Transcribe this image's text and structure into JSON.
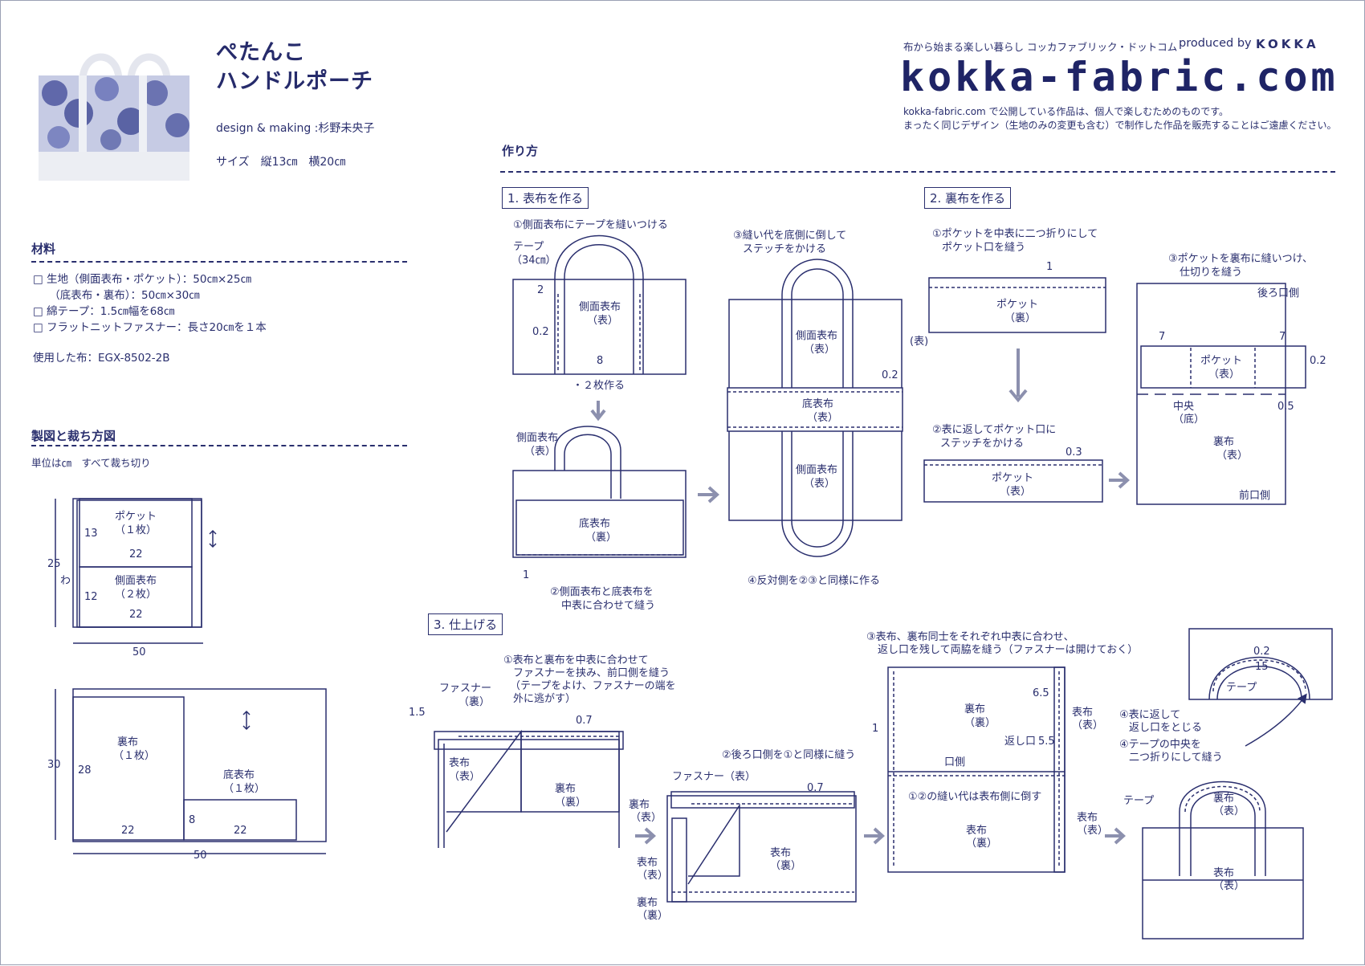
{
  "header": {
    "title_line1": "ぺたんこ",
    "title_line2": "ハンドルポーチ",
    "design_credit": "design & making :杉野未央子",
    "size": "サイズ　縦13㎝　横20㎝",
    "tagline": "布から始まる楽しい暮らし コッカファブリック・ドットコム",
    "produced_by": "produced by",
    "brand": "KOKKA",
    "logo": "kokka-fabric.com",
    "notice_line1": "kokka-fabric.com で公開している作品は、個人で楽しむためのものです。",
    "notice_line2": "まったく同じデザイン（生地のみの変更も含む）で制作した作品を販売することはご遠慮ください。"
  },
  "materials": {
    "heading": "材料",
    "items": [
      "□ 生地（側面表布・ポケット）：50㎝×25㎝",
      "　　（底表布・裏布）：50㎝×30㎝",
      "□ 綿テープ：1.5㎝幅を68㎝",
      "□ フラットニットファスナー：長さ20㎝を１本"
    ],
    "fabric_used": "使用した布：EGX-8502-2B"
  },
  "pattern": {
    "heading": "製図と裁ち方図",
    "unit_note": "単位は㎝　すべて裁ち切り",
    "top": {
      "pocket": "ポケット",
      "pocket_qty": "（１枚）",
      "side": "側面表布",
      "side_qty": "（２枚）",
      "v13": "13",
      "v12": "12",
      "v22a": "22",
      "v22b": "22",
      "v25": "25",
      "fold": "わ",
      "v50": "50"
    },
    "bottom": {
      "lining": "裏布",
      "lining_qty": "（１枚）",
      "base": "底表布",
      "base_qty": "（１枚）",
      "v30": "30",
      "v28": "28",
      "v8": "8",
      "v22a": "22",
      "v22b": "22",
      "v50": "50"
    }
  },
  "howto": {
    "heading": "作り方",
    "step1": {
      "label": "1. 表布を作る",
      "note1": "①側面表布にテープを縫いつける",
      "tape": "テープ",
      "tape_len": "（34㎝）",
      "side": "側面表布",
      "side_face": "（表）",
      "v2": "2",
      "v02": "0.2",
      "v8": "8",
      "make2": "・２枚作る",
      "side2": "側面表布",
      "side2_face": "（表）",
      "base": "底表布",
      "base_face": "（裏）",
      "v1": "1",
      "note2a": "②側面表布と底表布を",
      "note2b": "中表に合わせて縫う",
      "note3a": "③縫い代を底側に倒して",
      "note3b": "ステッチをかける",
      "side_top": "側面表布",
      "side_top_face": "（表）",
      "base_mid": "底表布",
      "base_mid_face": "（表）",
      "side_bot": "側面表布",
      "side_bot_face": "（表）",
      "v02b": "0.2",
      "note4": "④反対側を②③と同様に作る"
    },
    "step2": {
      "label": "2. 裏布を作る",
      "note1a": "①ポケットを中表に二つ折りにして",
      "note1b": "ポケット口を縫う",
      "v1": "1",
      "pocket": "ポケット",
      "pocket_face": "（裏）",
      "face_label": "(表)",
      "note2a": "②表に返してポケット口に",
      "note2b": "ステッチをかける",
      "v03": "0.3",
      "pocket2": "ポケット",
      "pocket2_face": "（表）",
      "note3a": "③ポケットを裏布に縫いつけ、",
      "note3b": "仕切りを縫う",
      "back": "後ろ口側",
      "v7a": "7",
      "v7b": "7",
      "v02": "0.2",
      "pocket3": "ポケット",
      "pocket3_face": "（表）",
      "center": "中央",
      "center_sub": "（底）",
      "v05": "0.5",
      "lining": "裏布",
      "lining_face": "（表）",
      "front": "前口側"
    },
    "step3": {
      "label": "3. 仕上げる",
      "note1a": "①表布と裏布を中表に合わせて",
      "note1b": "ファスナーを挟み、前口側を縫う",
      "note1c": "（テープをよけ、ファスナーの端を",
      "note1d": "外に逃がす）",
      "zipper": "ファスナー",
      "zipper_face": "（裏）",
      "v15": "1.5",
      "v07": "0.7",
      "outer": "表布",
      "outer_face": "（表）",
      "lining": "裏布",
      "lining_face": "（裏）",
      "note2": "②後ろ口側を①と同様に縫う",
      "zipper2": "ファスナー（表）",
      "v07b": "0.7",
      "lining2": "裏布",
      "lining2_face": "（表）",
      "outer2": "表布",
      "outer2_face": "（表）",
      "lining3": "裏布",
      "lining3_face": "（裏）",
      "outer3": "表布",
      "outer3_face": "（裏）",
      "note3a": "③表布、裏布同士をそれぞれ中表に合わせ、",
      "note3b": "返し口を残して両脇を縫う（ファスナーは開けておく）",
      "lining4": "裏布",
      "lining4_face": "（裏）",
      "v65": "6.5",
      "v1": "1",
      "opening": "返し口",
      "v55": "5.5",
      "outer4r": "表布",
      "outer4r_face": "（表）",
      "mouth": "口側",
      "seam_note": "①②の縫い代は表布側に倒す",
      "outer4": "表布",
      "outer4_face": "（裏）",
      "outer4b": "表布",
      "outer4b_face": "（表）",
      "v02": "0.2",
      "v15b": "15",
      "tape": "テープ",
      "note4a": "④表に返して",
      "note4b": "返し口をとじる",
      "note4c": "④テープの中央を",
      "note4d": "二つ折りにして縫う",
      "tape2": "テープ",
      "lining5": "裏布",
      "lining5_face": "（表）",
      "outer5": "表布",
      "outer5_face": "（表）"
    }
  },
  "colors": {
    "ink": "#2a2f6e",
    "arrow": "#8c90ae",
    "photo_fabric": "#5a64a8"
  }
}
